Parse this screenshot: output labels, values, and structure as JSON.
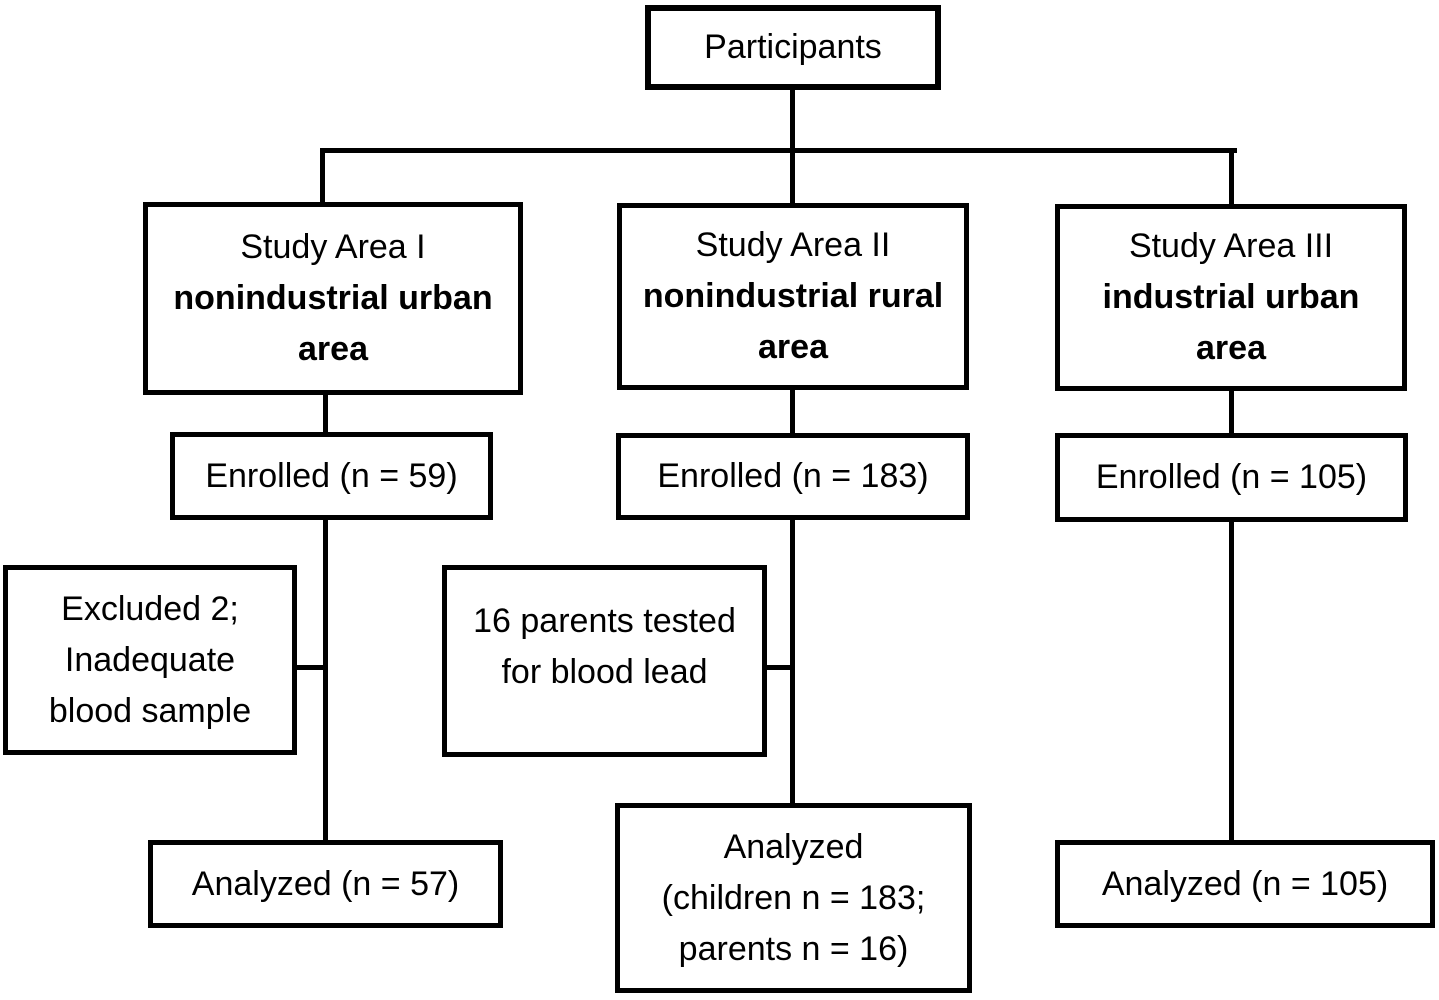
{
  "colors": {
    "background": "#ffffff",
    "box_border": "#000000",
    "text": "#000000",
    "connector": "#000000"
  },
  "nodes": {
    "participants": {
      "label": "Participants"
    },
    "study_area_1": {
      "line1": "Study Area I",
      "line2": "nonindustrial urban",
      "line3": "area"
    },
    "study_area_2": {
      "line1": "Study Area II",
      "line2": "nonindustrial rural",
      "line3": "area"
    },
    "study_area_3": {
      "line1": "Study Area III",
      "line2": "industrial urban",
      "line3": "area"
    },
    "enrolled_1": {
      "label": "Enrolled (n = 59)"
    },
    "enrolled_2": {
      "label": "Enrolled (n = 183)"
    },
    "enrolled_3": {
      "label": "Enrolled (n = 105)"
    },
    "excluded_1": {
      "line1": "Excluded 2;",
      "line2": "Inadequate",
      "line3": "blood sample"
    },
    "parents_tested_2": {
      "line1": "16 parents tested",
      "line2": "for blood lead"
    },
    "analyzed_1": {
      "label": "Analyzed (n = 57)"
    },
    "analyzed_2": {
      "line1": "Analyzed",
      "line2": "(children n = 183;",
      "line3": "parents n = 16)"
    },
    "analyzed_3": {
      "label": "Analyzed (n = 105)"
    }
  }
}
